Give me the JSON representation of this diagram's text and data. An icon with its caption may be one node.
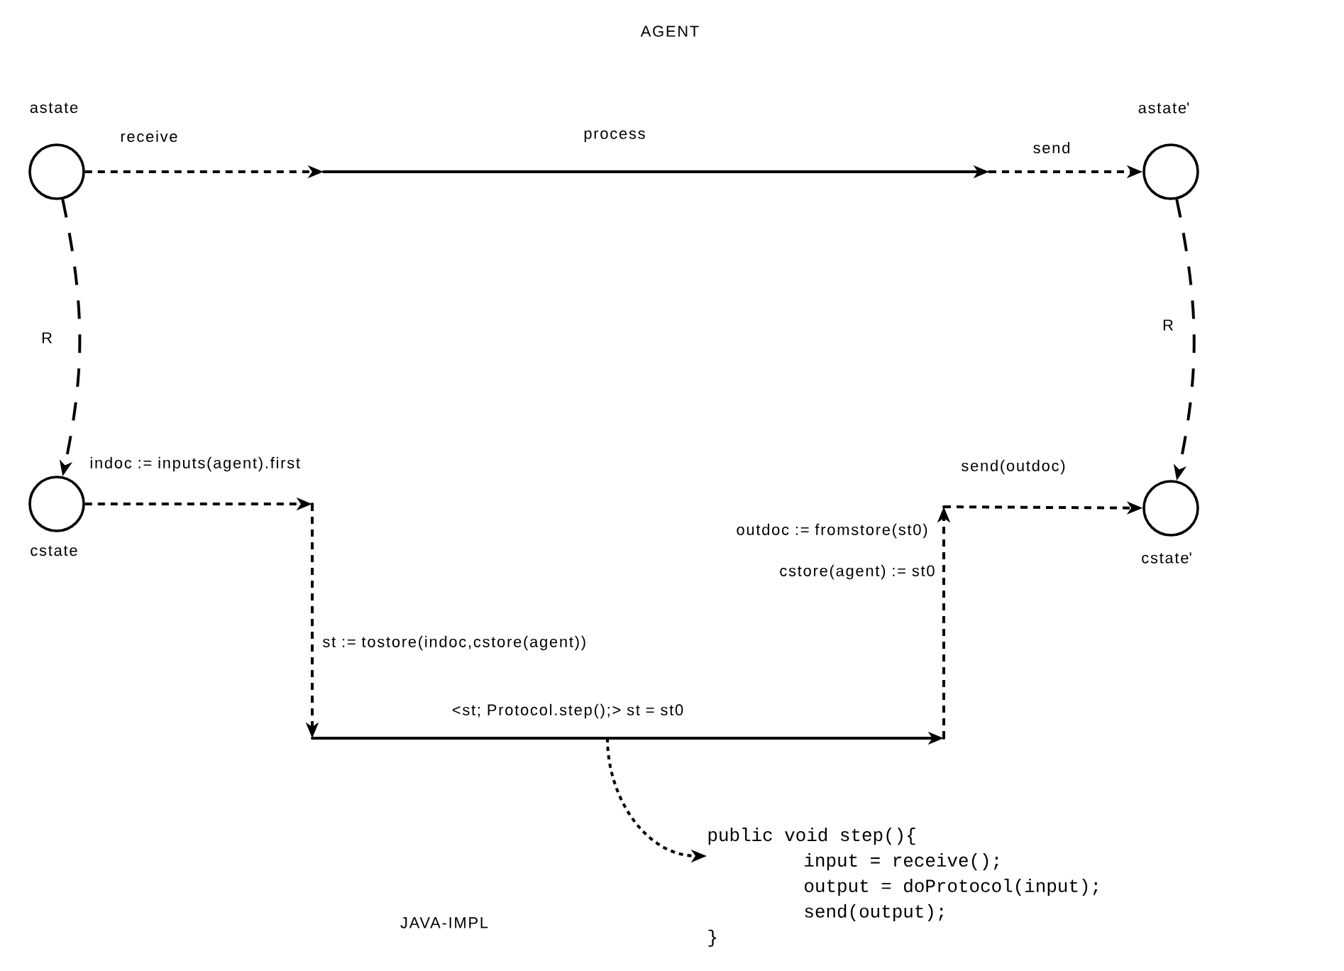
{
  "diagram": {
    "nodes": [
      {
        "text": [],
        "shape": "circle",
        "beside": [
          "astate"
        ]
      },
      {
        "text": [],
        "shape": "circle",
        "beside": [
          "astate'"
        ]
      },
      {
        "text": [],
        "shape": "circle",
        "beside": [
          "cstate"
        ]
      },
      {
        "text": [],
        "shape": "circle",
        "beside": [
          "cstate'"
        ]
      },
      {
        "text": [
          "public void step(){",
          "input = receive();",
          "output = doProtocol(input);",
          "send(output);",
          "}"
        ]
      },
      {
        "text": [],
        "shape": "point"
      },
      {
        "text": [],
        "shape": "point"
      },
      {
        "text": [],
        "shape": "point"
      },
      {
        "text": [],
        "shape": "point"
      },
      {
        "text": [],
        "shape": "point"
      },
      {
        "text": [],
        "shape": "point"
      }
    ],
    "edges": [
      {
        "from": 0,
        "to": 5,
        "arrow": "to",
        "style": "dashed",
        "label": "receive"
      },
      {
        "from": 5,
        "to": 6,
        "arrow": "to",
        "label": "process"
      },
      {
        "from": 6,
        "to": 1,
        "arrow": "to",
        "style": "dashed",
        "label": "send"
      },
      {
        "from": 0,
        "to": 2,
        "arrow": "to",
        "style": "dashed",
        "label": "R"
      },
      {
        "from": 1,
        "to": 3,
        "arrow": "to",
        "style": "dashed",
        "label": "R"
      },
      {
        "from": 2,
        "to": 7,
        "arrow": "to",
        "style": "dashed",
        "label": "indoc := inputs(agent).first"
      },
      {
        "from": 7,
        "to": 8,
        "arrow": "to",
        "style": "dashed",
        "label": "st := tostore(indoc,cstore(agent))"
      },
      {
        "from": 8,
        "to": 9,
        "arrow": "to",
        "label": "<st; Protocol.step();> st = st0"
      },
      {
        "from": 9,
        "to": 10,
        "arrow": "to",
        "style": "dashed",
        "label": "outdoc := fromstore(st0)"
      },
      {
        "from": 10,
        "to": 3,
        "arrow": "to",
        "style": "dashed",
        "label": "send(outdoc)"
      },
      {
        "from": null,
        "to": 4,
        "arrow": "to",
        "style": "dashed"
      }
    ],
    "labels": [
      "AGENT",
      "cstore(agent) := st0",
      "JAVA-IMPL"
    ]
  }
}
